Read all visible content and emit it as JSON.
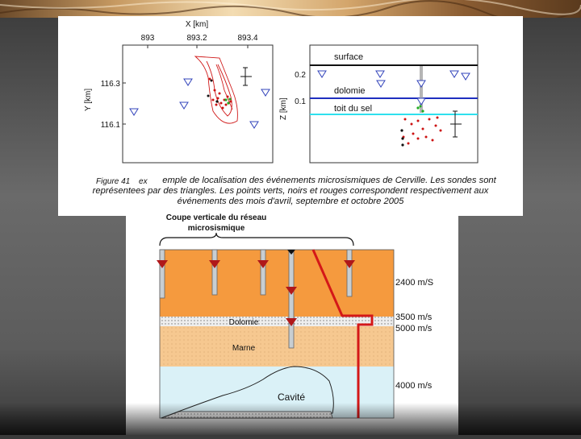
{
  "figure": {
    "map_plot": {
      "x_axis_title": "X [km]",
      "x_ticks": [
        "893",
        "893.2",
        "893.4"
      ],
      "y_axis_title": "Y [km]",
      "y_ticks": [
        "116.3",
        "116.1"
      ]
    },
    "section_plot": {
      "z_axis_title": "Z [km]",
      "z_ticks": [
        "0.2",
        "0.1"
      ],
      "layer_labels": {
        "surface": "surface",
        "dolomite": "dolomie",
        "salt": "toit du sel"
      },
      "layer_colors": {
        "surface": "#111111",
        "dolomite": "#1f2fbf",
        "salt": "#2ee0ee"
      }
    },
    "caption": {
      "figure_number": "Figure 41",
      "overlap_fragment": "ex",
      "line1": "emple de localisation des événements microsismiques de Cerville. Les sondes sont",
      "line2": "représentees par des triangles. Les points verts, noirs et rouges correspondent respectivement aux",
      "line3": "événements des mois d'avril, septembre et octobre 2005"
    }
  },
  "diagram": {
    "title_line1": "Coupe verticale du réseau",
    "title_line2": "microsismique",
    "layers": {
      "dolomite": "Dolomie",
      "marl": "Marne",
      "cavity": "Cavité"
    },
    "velocities": {
      "upper": "2400 m/S",
      "dolomite": "3500 m/s",
      "marl": "5000 m/s",
      "lower": "4000 m/s"
    },
    "colors": {
      "upper_layer": "#f59a3e",
      "marl_layer": "#f6c890",
      "lower_layer": "#daf1f7",
      "velocity_profile": "#d41818",
      "sensor": "#b0181a"
    }
  }
}
